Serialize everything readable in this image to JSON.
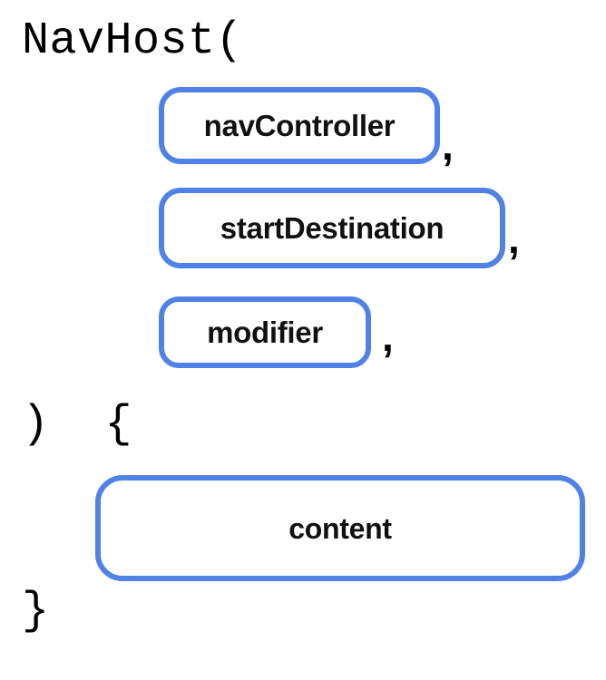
{
  "diagram": {
    "title": "NavHost composable signature diagram",
    "background_color": "#ffffff",
    "accent_color": "#5082e6",
    "text_color": "#000000"
  },
  "code": {
    "open_line": "NavHost(",
    "close_paren_brace_line": ")  {",
    "close_brace_line": "}"
  },
  "parameters": [
    {
      "label": "navController",
      "separator": ","
    },
    {
      "label": "startDestination",
      "separator": ","
    },
    {
      "label": "modifier",
      "separator": ","
    }
  ],
  "body": {
    "label": "content"
  }
}
